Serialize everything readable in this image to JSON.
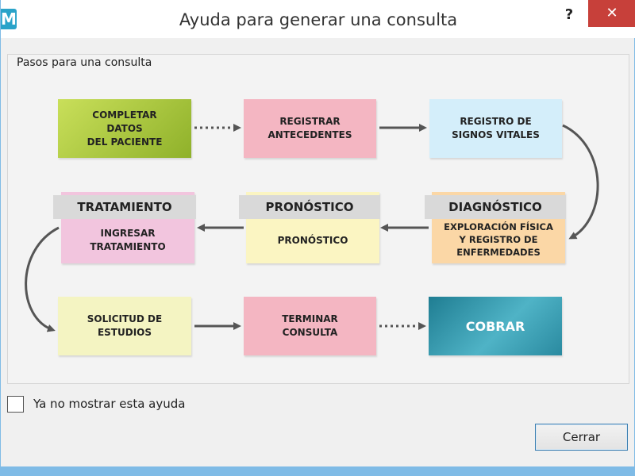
{
  "window": {
    "app_icon_letter": "M",
    "title": "Ayuda para generar una consulta",
    "help_label": "?",
    "close_label": "✕"
  },
  "group": {
    "label": "Pasos para una consulta"
  },
  "steps": {
    "completar": "COMPLETAR\nDATOS\nDEL PACIENTE",
    "antecedentes": "REGISTRAR\nANTECEDENTES",
    "signos": "REGISTRO DE\nSIGNOS VITALES",
    "diagnostico_tab": "DIAGNÓSTICO",
    "diagnostico_body": "EXPLORACIÓN FÍSICA\nY REGISTRO DE\nENFERMEDADES",
    "pronostico_tab": "PRONÓSTICO",
    "pronostico_body": "PRONÓSTICO",
    "tratamiento_tab": "TRATAMIENTO",
    "tratamiento_body": "INGRESAR\nTRATAMIENTO",
    "estudios": "SOLICITUD DE\nESTUDIOS",
    "terminar": "TERMINAR\nCONSULTA",
    "cobrar": "COBRAR"
  },
  "colors": {
    "completar": "#a3c138",
    "antecedentes": "#f4b6c2",
    "signos": "#d4eefa",
    "diagnostico": "#fbd7a6",
    "pronostico": "#fbf5c2",
    "tratamiento": "#f2c5de",
    "estudios": "#f4f4c2",
    "terminar": "#f4b6c2",
    "cobrar": "#2d8fa3",
    "arrow": "#555555"
  },
  "footer": {
    "checkbox_label": "Ya no mostrar esta ayuda",
    "close_button": "Cerrar"
  }
}
